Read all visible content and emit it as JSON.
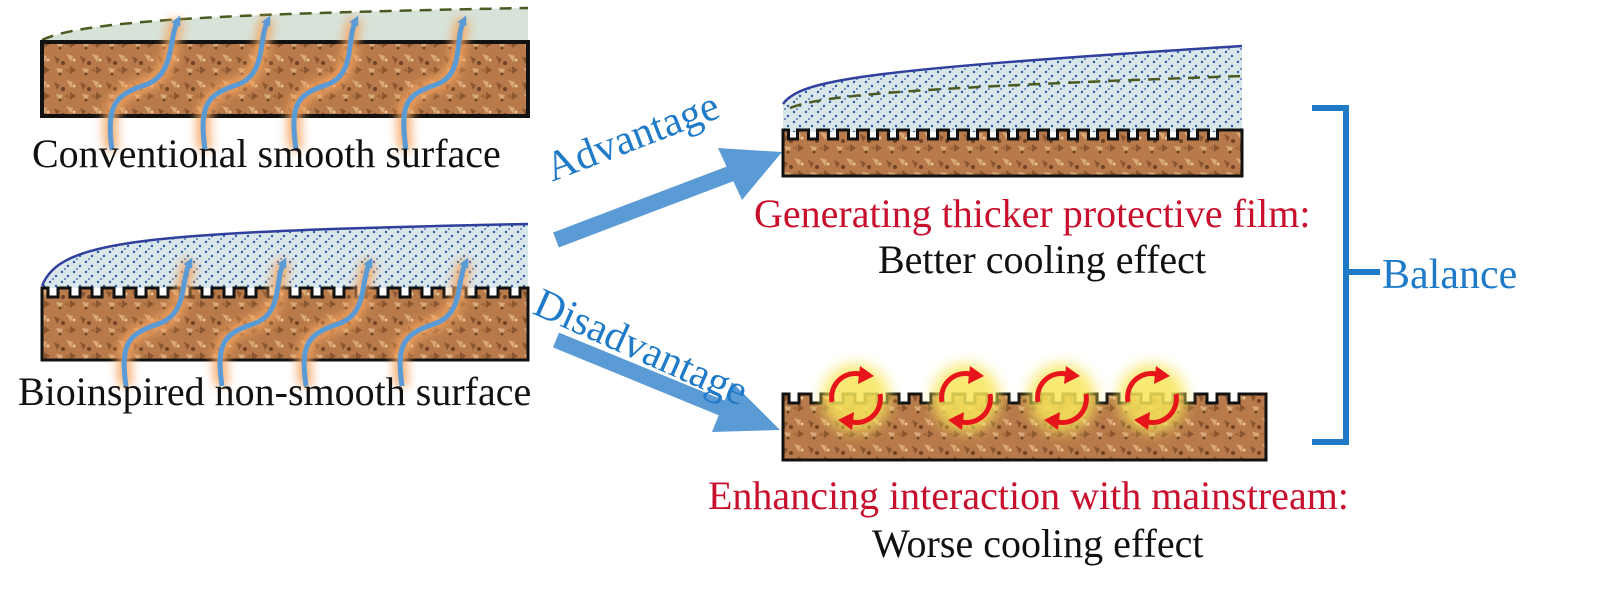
{
  "labels": {
    "conventional": "Conventional smooth surface",
    "bioinspired": "Bioinspired non-smooth surface",
    "advantage": "Advantage",
    "disadvantage": "Disadvantage",
    "thicker_film": "Generating thicker protective film:",
    "better_cooling": "Better cooling effect",
    "enhancing": "Enhancing interaction with mainstream:",
    "worse_cooling": "Worse cooling effect",
    "balance": "Balance"
  },
  "colors": {
    "substrate": "#b87a4a",
    "substrate_dark": "#8a5630",
    "film": "#d9e6ea",
    "film_dots": "#2b5aa8",
    "boundary": "#2f3f9e",
    "dashed": "#4a5a20",
    "arrow_blue": "#5b9bd5",
    "heat_glow": "#f4a460",
    "vortex": "#e8141b",
    "vortex_glow": "#f7e55a",
    "red_text": "#c8102e",
    "blue_text": "#1f7ac8"
  }
}
